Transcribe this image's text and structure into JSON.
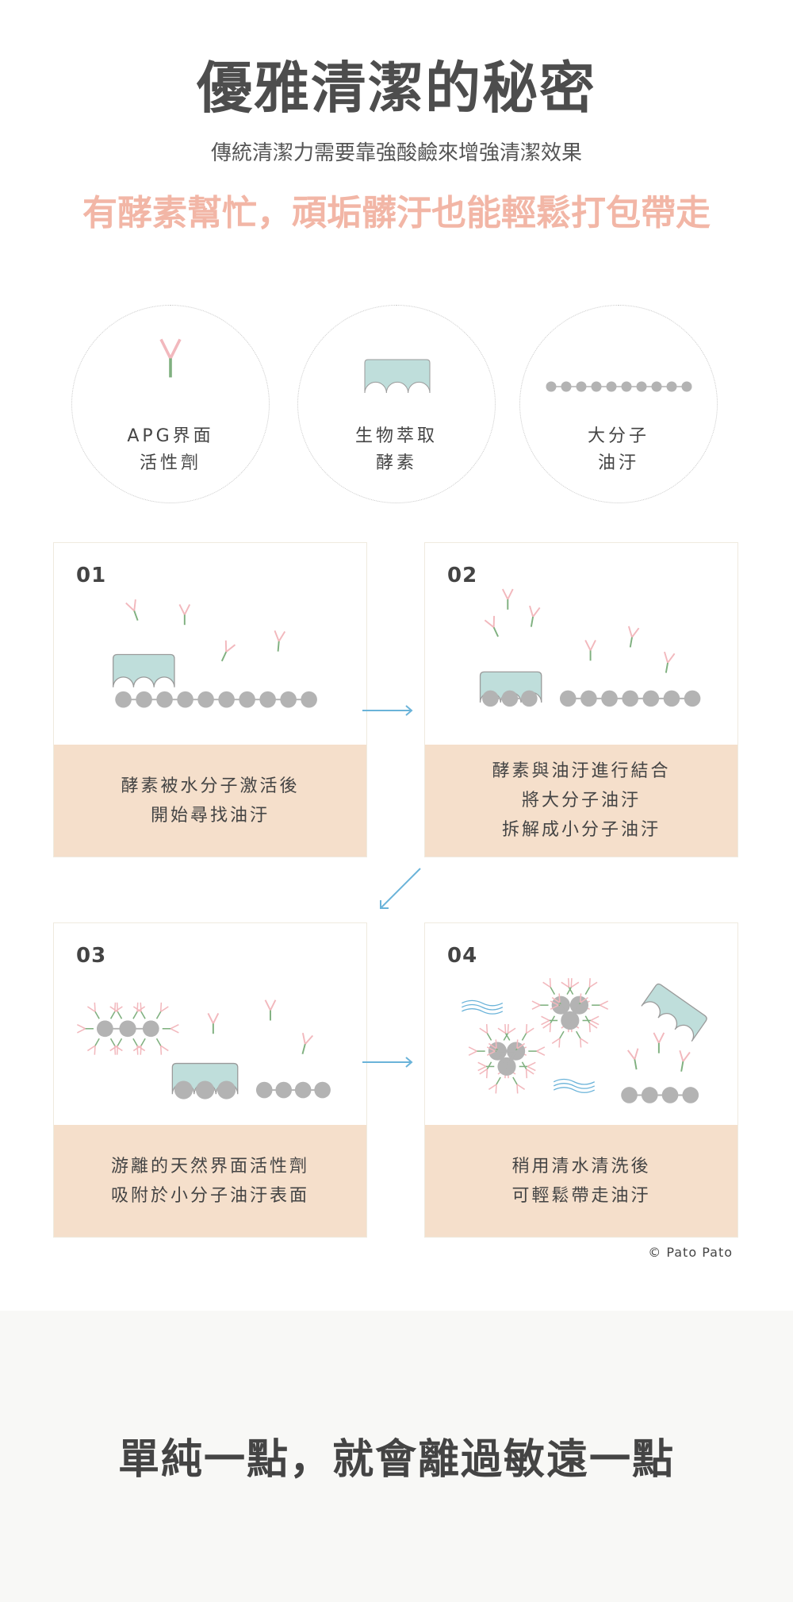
{
  "header": {
    "title": "優雅清潔的秘密",
    "subtitle": "傳統清潔力需要靠強酸鹼來增強清潔效果",
    "highlight": "有酵素幫忙，頑垢髒汙也能輕鬆打包帶走"
  },
  "legend": [
    {
      "icon": "surfactant-icon",
      "lines": [
        "APG界面",
        "活性劑"
      ]
    },
    {
      "icon": "enzyme-icon",
      "lines": [
        "生物萃取",
        "酵素"
      ]
    },
    {
      "icon": "oil-molecule-icon",
      "lines": [
        "大分子",
        "油汙"
      ]
    }
  ],
  "steps": [
    {
      "number": "01",
      "lines": [
        "酵素被水分子激活後",
        "開始尋找油汙"
      ]
    },
    {
      "number": "02",
      "lines": [
        "酵素與油汙進行結合",
        "將大分子油汙",
        "拆解成小分子油汙"
      ]
    },
    {
      "number": "03",
      "lines": [
        "游離的天然界面活性劑",
        "吸附於小分子油汙表面"
      ]
    },
    {
      "number": "04",
      "lines": [
        "稍用清水清洗後",
        "可輕鬆帶走油汙"
      ]
    }
  ],
  "credit": "© Pato Pato",
  "footer": {
    "text": "單純一點，就會離過敏遠一點"
  },
  "colors": {
    "title": "#4d4d4d",
    "highlight": "#f2b6a6",
    "caption_bg": "#f5dfcb",
    "enzyme": "#bfdedb",
    "oil": "#b3b3b3",
    "surfactant_head": "#f2b8bd",
    "surfactant_tail": "#7fb07f",
    "arrow": "#6ab3d9",
    "footer_bg": "#f8f8f6"
  }
}
